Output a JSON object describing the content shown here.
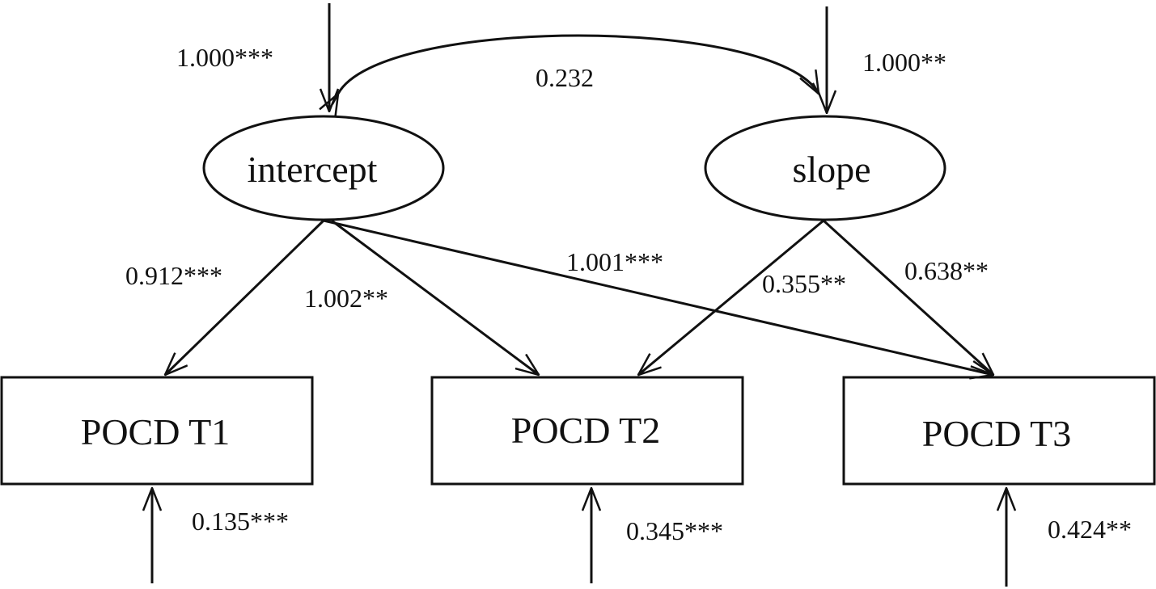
{
  "latent": {
    "intercept": "intercept",
    "slope": "slope"
  },
  "observed": {
    "t1": "POCD T1",
    "t2": "POCD T2",
    "t3": "POCD T3"
  },
  "variances": {
    "intercept": "1.000***",
    "slope": "1.000**"
  },
  "covariance": "0.232",
  "loadings": {
    "intercept_t1": "0.912***",
    "intercept_t2": "1.002**",
    "intercept_t3": "1.001***",
    "slope_t2": "0.355**",
    "slope_t3": "0.638**"
  },
  "residuals": {
    "t1": "0.135***",
    "t2": "0.345***",
    "t3": "0.424**"
  }
}
